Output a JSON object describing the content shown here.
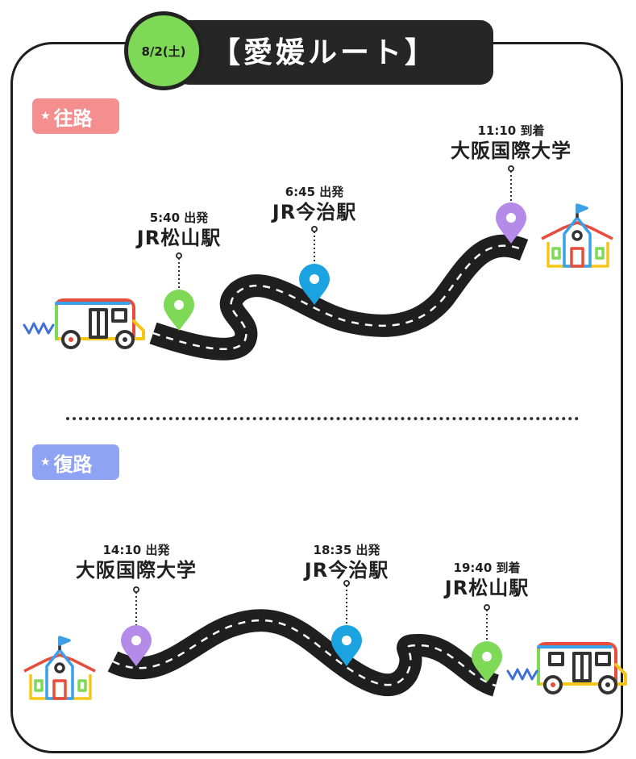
{
  "header": {
    "date": "8/2(土)",
    "title": "【愛媛ルート】"
  },
  "outbound": {
    "label": "往路",
    "stops": [
      {
        "time": "5:40 出発",
        "place": "JR松山駅",
        "pin_color": "#7ed957"
      },
      {
        "time": "6:45 出発",
        "place": "JR今治駅",
        "pin_color": "#1aa3e0"
      },
      {
        "time": "11:10 到着",
        "place": "大阪国際大学",
        "pin_color": "#b48be8"
      }
    ]
  },
  "return": {
    "label": "復路",
    "stops": [
      {
        "time": "14:10 出発",
        "place": "大阪国際大学",
        "pin_color": "#b48be8"
      },
      {
        "time": "18:35 出発",
        "place": "JR今治駅",
        "pin_color": "#1aa3e0"
      },
      {
        "time": "19:40 到着",
        "place": "JR松山駅",
        "pin_color": "#7ed957"
      }
    ]
  },
  "colors": {
    "outbound_tag": "#f58f8f",
    "return_tag": "#8fa3f5",
    "road": "#1f1f1f",
    "frame": "#1f1f1f",
    "date_badge": "#7ed957"
  },
  "icons": [
    "bus-icon",
    "school-icon",
    "map-pin-icon",
    "star-icon"
  ]
}
